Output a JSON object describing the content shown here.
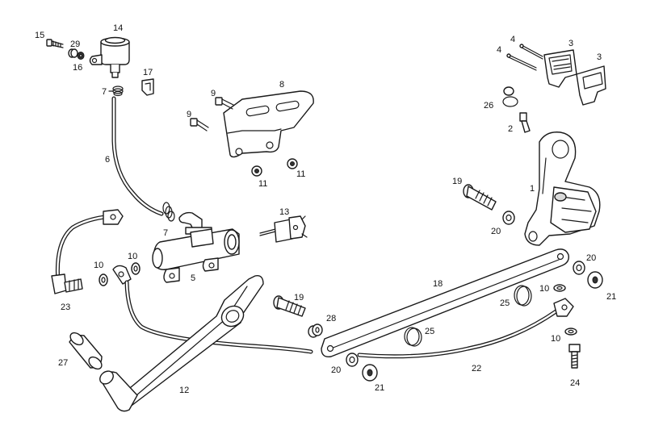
{
  "callouts": {
    "c1": "1",
    "c2": "2",
    "c3a": "3",
    "c3b": "3",
    "c4a": "4",
    "c4b": "4",
    "c5": "5",
    "c6": "6",
    "c7a": "7",
    "c7b": "7",
    "c8": "8",
    "c9a": "9",
    "c9b": "9",
    "c10a": "10",
    "c10b": "10",
    "c10c": "10",
    "c10d": "10",
    "c11a": "11",
    "c11b": "11",
    "c12": "12",
    "c13": "13",
    "c14": "14",
    "c15": "15",
    "c16": "16",
    "c17": "17",
    "c18": "18",
    "c19a": "19",
    "c19b": "19",
    "c20a": "20",
    "c20b": "20",
    "c20c": "20",
    "c21a": "21",
    "c21b": "21",
    "c22": "22",
    "c23": "23",
    "c24": "24",
    "c25a": "25",
    "c25b": "25",
    "c26": "26",
    "c27": "27",
    "c28": "28",
    "c29": "29"
  }
}
